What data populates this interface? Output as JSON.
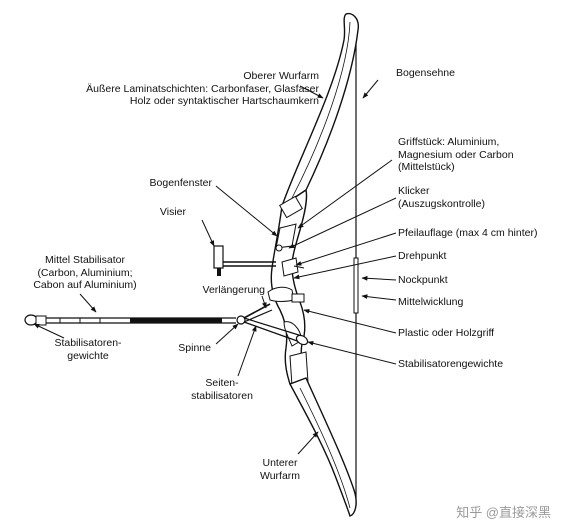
{
  "labels": {
    "oberer_wurfarm": [
      "Oberer Wurfarm",
      "Äußere Laminatschichten: Carbonfaser, Glasfaser",
      "Holz oder syntaktischer Hartschaumkern"
    ],
    "bogensehne": "Bogensehne",
    "griffstueck": [
      "Griffstück: Aluminium,",
      "Magnesium oder Carbon",
      "(Mittelstück)"
    ],
    "bogenfenster": "Bogenfenster",
    "klicker": [
      "Klicker",
      "(Auszugskontrolle)"
    ],
    "visier": "Visier",
    "pfeilauflage": "Pfeilauflage (max 4 cm hinter)",
    "mittel_stabilisator": [
      "Mittel Stabilisator",
      "(Carbon, Aluminium;",
      "Cabon auf Aluminium)"
    ],
    "drehpunkt": "Drehpunkt",
    "verlaengerung": "Verlängerung",
    "nockpunkt": "Nockpunkt",
    "mittelwicklung": "Mittelwicklung",
    "plastic_holzgriff": "Plastic oder Holzgriff",
    "stabilisatorengewichte_left": [
      "Stabilisatoren-",
      "gewichte"
    ],
    "spinne": "Spinne",
    "stabilisatorengewichte_right": "Stabilisatorengewichte",
    "seitenstabilisatoren": [
      "Seiten-",
      "stabilisatoren"
    ],
    "unterer_wurfarm": [
      "Unterer",
      "Wurfarm"
    ]
  },
  "watermark": "知乎 @直接深黑",
  "colors": {
    "ink": "#111111",
    "watermark": "#9a9a9a"
  }
}
